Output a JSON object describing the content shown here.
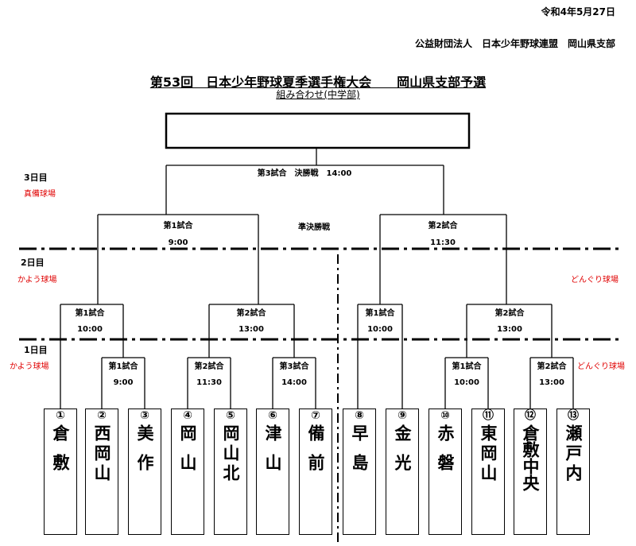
{
  "header": {
    "date": "令和4年5月27日",
    "organization": "公益財団法人　日本少年野球連盟　岡山県支部",
    "title": "第53回　日本少年野球夏季選手権大会　　岡山県支部予選",
    "subtitle": "組み合わせ(中学部)"
  },
  "days": {
    "day3": {
      "label": "3日目",
      "venue": "真備球場"
    },
    "day2": {
      "label": "2日目",
      "venue_left": "かよう球場",
      "venue_right": "どんぐり球場"
    },
    "day1": {
      "label": "1日目",
      "venue_left": "かよう球場",
      "venue_right": "どんぐり球場"
    }
  },
  "final": {
    "label": "第3試合　決勝戦　14:00"
  },
  "semifinal": {
    "label": "準決勝戦",
    "games": [
      {
        "name": "第1試合",
        "time": "9:00"
      },
      {
        "name": "第2試合",
        "time": "11:30"
      }
    ]
  },
  "day2_games": [
    {
      "name": "第1試合",
      "time": "10:00"
    },
    {
      "name": "第2試合",
      "time": "13:00"
    },
    {
      "name": "第1試合",
      "time": "10:00"
    },
    {
      "name": "第2試合",
      "time": "13:00"
    }
  ],
  "day1_games": [
    {
      "name": "第1試合",
      "time": "9:00"
    },
    {
      "name": "第2試合",
      "time": "11:30"
    },
    {
      "name": "第3試合",
      "time": "14:00"
    },
    {
      "name": "第1試合",
      "time": "10:00"
    },
    {
      "name": "第2試合",
      "time": "13:00"
    }
  ],
  "teams": [
    {
      "num": "①",
      "name": "倉敷"
    },
    {
      "num": "②",
      "name": "西岡山"
    },
    {
      "num": "③",
      "name": "美作"
    },
    {
      "num": "④",
      "name": "岡山"
    },
    {
      "num": "⑤",
      "name": "岡山北"
    },
    {
      "num": "⑥",
      "name": "津山"
    },
    {
      "num": "⑦",
      "name": "備前"
    },
    {
      "num": "⑧",
      "name": "早島"
    },
    {
      "num": "⑨",
      "name": "金光"
    },
    {
      "num": "⑩",
      "name": "赤磐"
    },
    {
      "num": "⑪",
      "name": "東岡山"
    },
    {
      "num": "⑫",
      "name": "倉敷中央"
    },
    {
      "num": "⑬",
      "name": "瀬戸内"
    }
  ],
  "champion_box": {
    "value": ""
  }
}
